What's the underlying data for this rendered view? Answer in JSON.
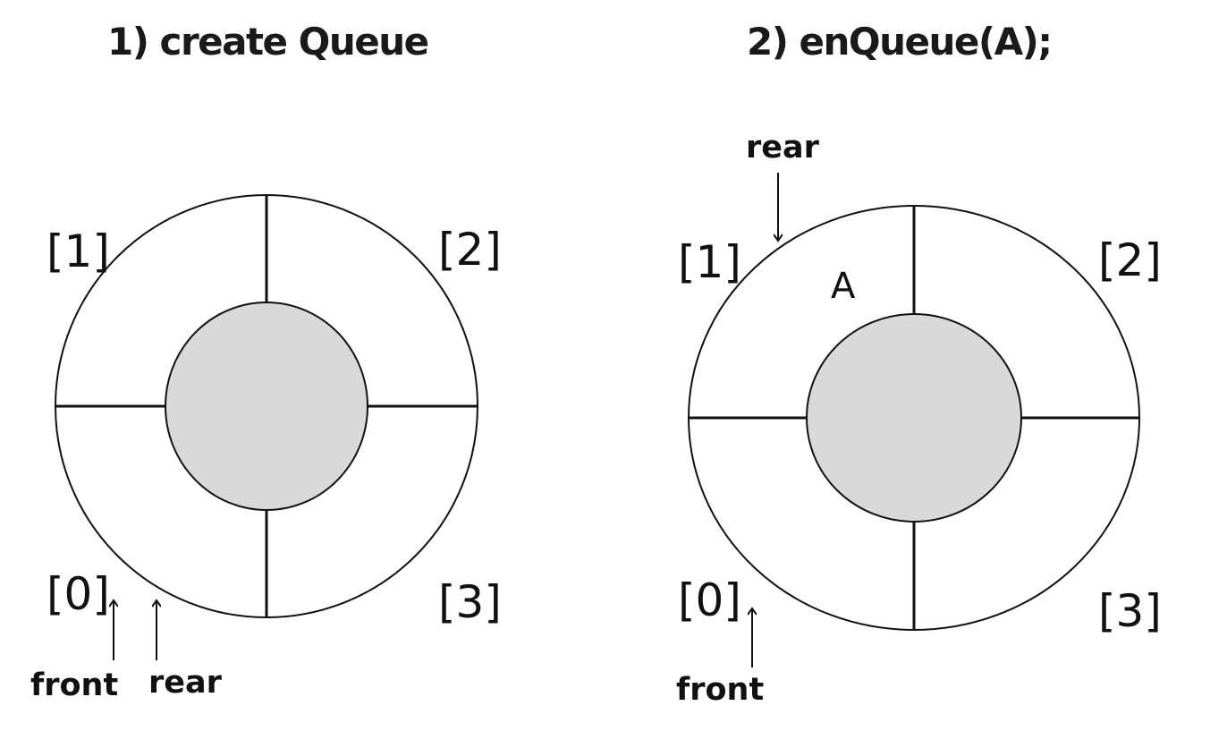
{
  "diagrams": [
    {
      "title": "1) create Queue",
      "indices": [
        "[0]",
        "[1]",
        "[2]",
        "[3]"
      ],
      "slots": {
        "0": "",
        "1": "",
        "2": "",
        "3": ""
      },
      "pointers": {
        "front_label": "front",
        "rear_label": "rear"
      }
    },
    {
      "title": "2) enQueue(A);",
      "indices": [
        "[0]",
        "[1]",
        "[2]",
        "[3]"
      ],
      "slots": {
        "0": "",
        "1": "A",
        "2": "",
        "3": ""
      },
      "pointers": {
        "front_label": "front",
        "rear_label": "rear"
      }
    }
  ],
  "colors": {
    "ring_fill": "#ffffff",
    "center_fill": "#d9d9d9",
    "stroke": "#111111"
  }
}
